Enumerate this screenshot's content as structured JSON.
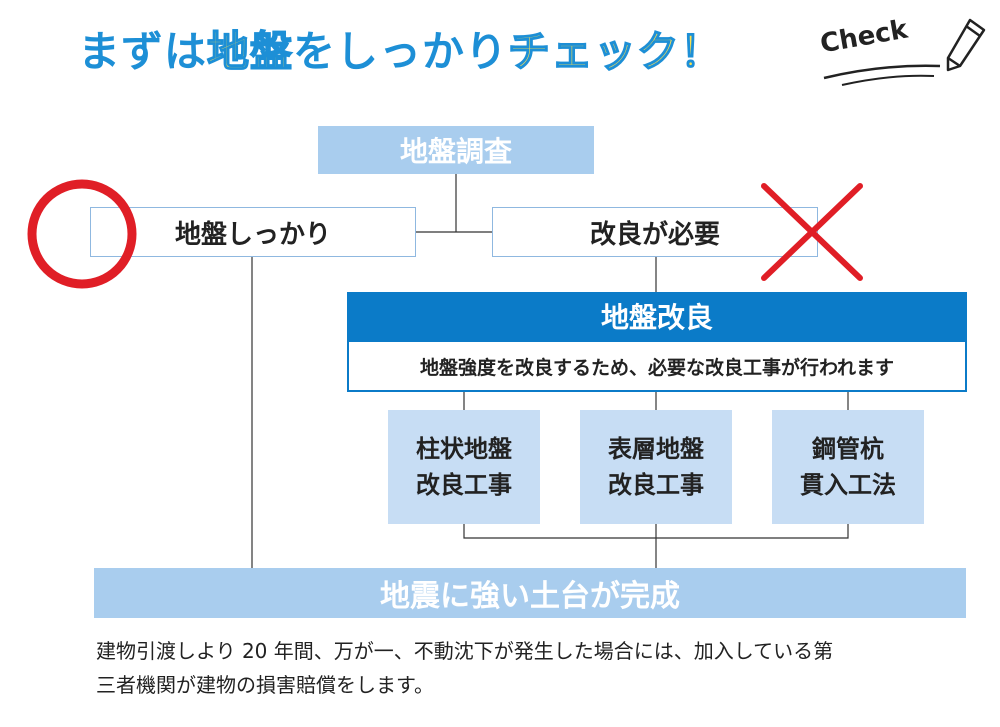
{
  "title": {
    "part1": "まずは",
    "part2": "地盤",
    "part3": "をしっかり",
    "part4": "チェック",
    "part5": "！"
  },
  "check_label": "Check",
  "icons": {
    "pencil": "pencil-icon",
    "circle": "circle-ok-icon",
    "cross": "cross-ng-icon"
  },
  "colors": {
    "accent_blue": "#0b7bc8",
    "light_blue": "#a9cdee",
    "pale_blue": "#c7ddf4",
    "title_blue": "#1d8fd6",
    "title_yellow": "#ffe14d",
    "mark_red": "#e01e26"
  },
  "flow": {
    "survey": "地盤調査",
    "solid": "地盤しっかり",
    "need": "改良が必要",
    "improve_head": "地盤改良",
    "improve_desc": "地盤強度を改良するため、必要な改良工事が行われます",
    "methods": [
      {
        "line1": "柱状地盤",
        "line2": "改良工事"
      },
      {
        "line1": "表層地盤",
        "line2": "改良工事"
      },
      {
        "line1": "鋼管杭",
        "line2": "貫入工法"
      }
    ],
    "result": "地震に強い土台が完成"
  },
  "note": {
    "line1": "建物引渡しより 20 年間、万が一、不動沈下が発生した場合には、加入している第",
    "line2": "三者機関が建物の損害賠償をします。"
  }
}
